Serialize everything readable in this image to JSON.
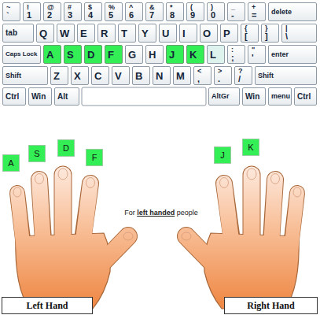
{
  "diagram": {
    "nodes": [
      {
        "text": [
          "~",
          "`"
        ]
      },
      {
        "text": [
          "!",
          "1"
        ]
      },
      {
        "text": [
          "@",
          "2"
        ]
      },
      {
        "text": [
          "#",
          "3"
        ]
      },
      {
        "text": [
          "$",
          "4"
        ]
      },
      {
        "text": [
          "%",
          "5"
        ]
      },
      {
        "text": [
          "^",
          "6"
        ]
      },
      {
        "text": [
          "&",
          "7"
        ]
      },
      {
        "text": [
          "*",
          "8"
        ]
      },
      {
        "text": [
          "(",
          "9"
        ]
      },
      {
        "text": [
          ")",
          "0"
        ]
      },
      {
        "text": [
          "_",
          "-"
        ]
      },
      {
        "text": [
          "+",
          "="
        ]
      },
      {
        "text": [
          "delete"
        ]
      },
      {
        "text": [
          "tab"
        ]
      },
      {
        "text": [
          "Q"
        ]
      },
      {
        "text": [
          "W"
        ]
      },
      {
        "text": [
          "E"
        ]
      },
      {
        "text": [
          "R"
        ]
      },
      {
        "text": [
          "T"
        ]
      },
      {
        "text": [
          "Y"
        ]
      },
      {
        "text": [
          "U"
        ]
      },
      {
        "text": [
          "I"
        ]
      },
      {
        "text": [
          "O"
        ]
      },
      {
        "text": [
          "P"
        ]
      },
      {
        "text": [
          "{",
          "["
        ]
      },
      {
        "text": [
          "}",
          "]"
        ]
      },
      {
        "text": [
          "|",
          "\\"
        ]
      },
      {
        "text": [
          "Caps Lock"
        ]
      },
      {
        "text": [
          "A"
        ]
      },
      {
        "text": [
          "S"
        ]
      },
      {
        "text": [
          "D"
        ]
      },
      {
        "text": [
          "F"
        ]
      },
      {
        "text": [
          "G"
        ]
      },
      {
        "text": [
          "H"
        ]
      },
      {
        "text": [
          "J"
        ]
      },
      {
        "text": [
          "K"
        ]
      },
      {
        "text": [
          "L"
        ]
      },
      {
        "text": [
          ":",
          ";"
        ]
      },
      {
        "text": [
          "\"",
          "'"
        ]
      },
      {
        "text": [
          "enter"
        ]
      },
      {
        "text": [
          "Shift"
        ]
      },
      {
        "text": [
          "Z"
        ]
      },
      {
        "text": [
          "X"
        ]
      },
      {
        "text": [
          "C"
        ]
      },
      {
        "text": [
          "V"
        ]
      },
      {
        "text": [
          "B"
        ]
      },
      {
        "text": [
          "N"
        ]
      },
      {
        "text": [
          "M"
        ]
      },
      {
        "text": [
          "<",
          ","
        ]
      },
      {
        "text": [
          ">",
          "."
        ]
      },
      {
        "text": [
          "?",
          "/"
        ]
      },
      {
        "text": [
          "Shift"
        ]
      },
      {
        "text": [
          "Ctrl"
        ]
      },
      {
        "text": [
          "Win"
        ]
      },
      {
        "text": [
          "Alt"
        ]
      },
      {
        "text": [
          "AltGr"
        ]
      },
      {
        "text": [
          "Win"
        ]
      },
      {
        "text": [
          "menu"
        ]
      },
      {
        "text": [
          "Ctrl"
        ]
      },
      {
        "text": [
          "A"
        ]
      },
      {
        "text": [
          "S"
        ]
      },
      {
        "text": [
          "D"
        ]
      },
      {
        "text": [
          "F"
        ]
      },
      {
        "text": [
          "J"
        ]
      },
      {
        "text": [
          "K"
        ]
      },
      {
        "text": [
          "For",
          "left handed",
          "people"
        ]
      },
      {
        "text": [
          "Left Hand"
        ]
      },
      {
        "text": [
          "Right Hand"
        ]
      }
    ]
  }
}
